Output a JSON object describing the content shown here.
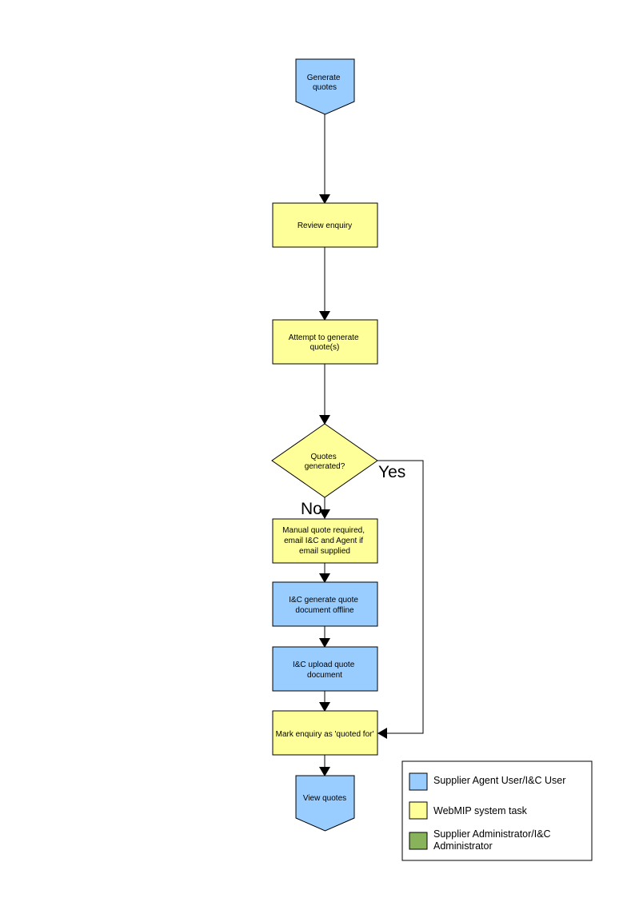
{
  "colors": {
    "blue": "#99ccff",
    "yellow": "#ffff99",
    "green": "#88b35a",
    "line": "#000000"
  },
  "nodes": {
    "generate_quotes": [
      "Generate",
      "quotes"
    ],
    "review_enquiry": [
      "Review enquiry"
    ],
    "attempt_generate": [
      "Attempt to generate",
      "quote(s)"
    ],
    "decision": [
      "Quotes",
      "generated?"
    ],
    "manual_quote": [
      "Manual quote required,",
      "email I&C and Agent if",
      "email supplied"
    ],
    "ic_generate": [
      "I&C generate quote",
      "document offline"
    ],
    "ic_upload": [
      "I&C upload quote",
      "document"
    ],
    "mark_enquiry": [
      "Mark enquiry as 'quoted for'"
    ],
    "view_quotes": [
      "View quotes"
    ]
  },
  "branches": {
    "yes": "Yes",
    "no": "No"
  },
  "legend": [
    {
      "swatch": "blue",
      "lines": [
        "Supplier Agent User/I&C User"
      ]
    },
    {
      "swatch": "yellow",
      "lines": [
        "WebMIP system task"
      ]
    },
    {
      "swatch": "green",
      "lines": [
        "Supplier Administrator/I&C",
        "Administrator"
      ]
    }
  ]
}
